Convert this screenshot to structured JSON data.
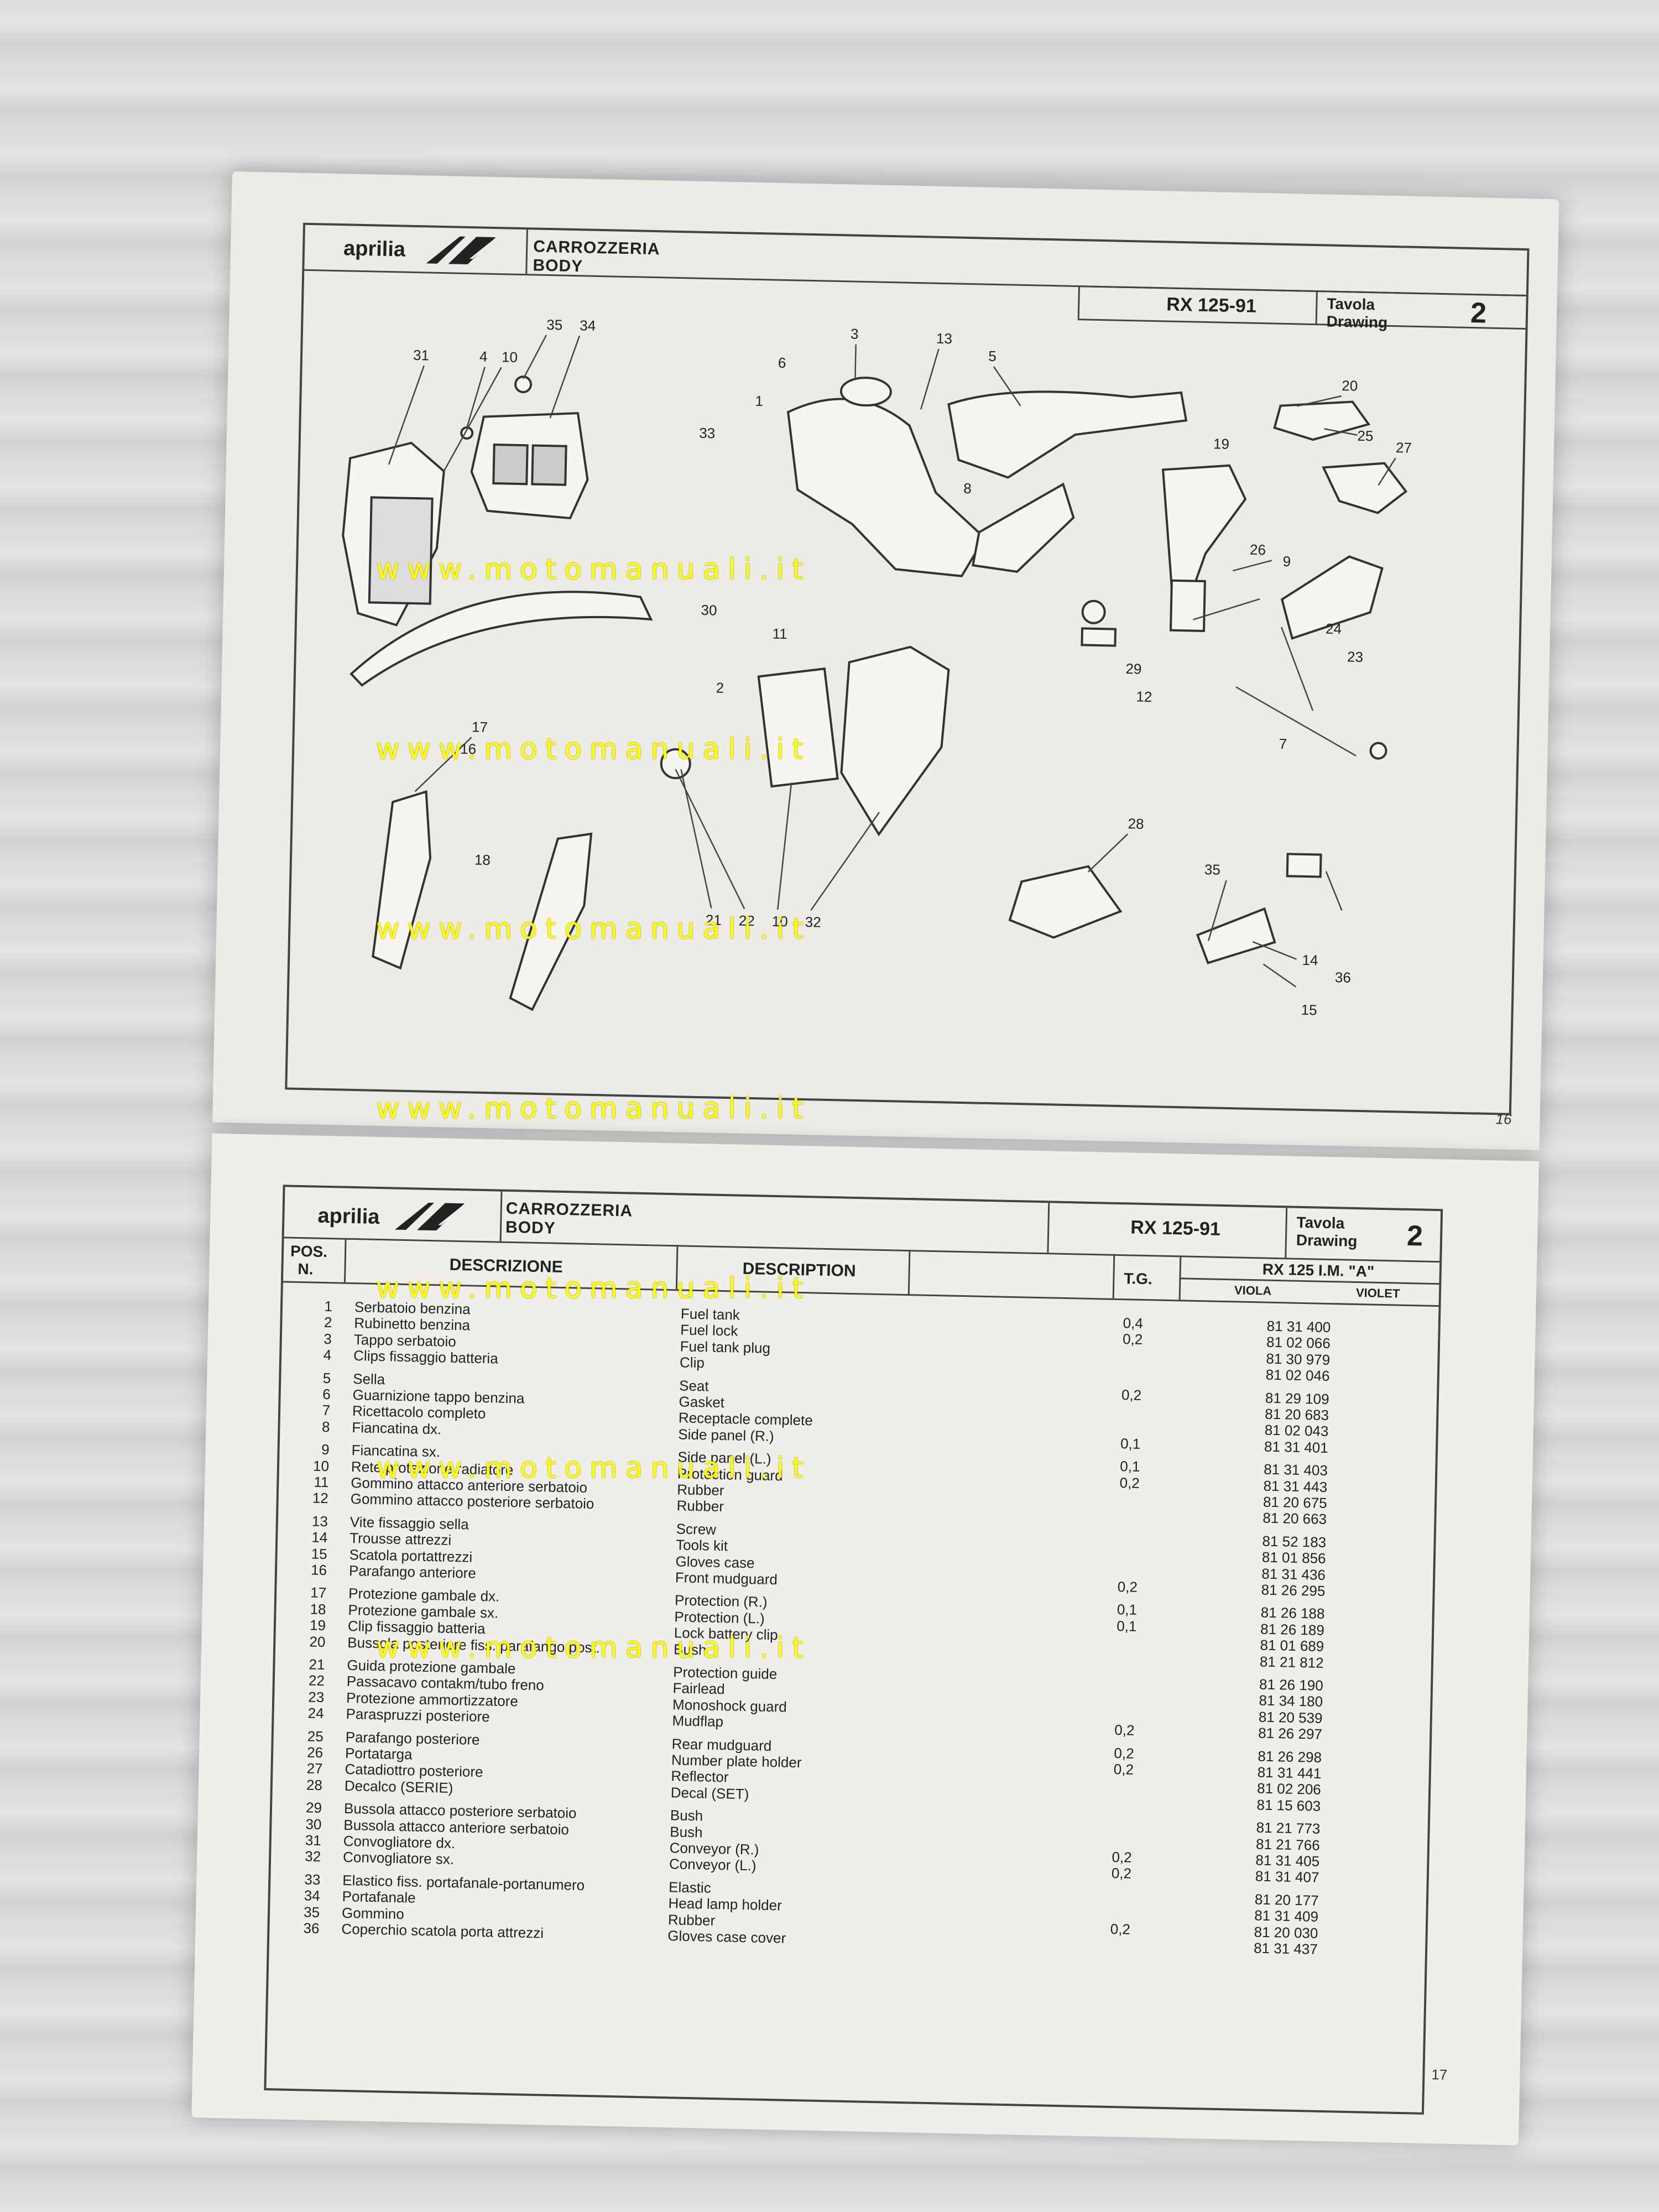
{
  "header": {
    "brand": "aprilia",
    "section_it": "CARROZZERIA",
    "section_en": "BODY",
    "model": "RX 125-91",
    "drawing_it": "Tavola",
    "drawing_en": "Drawing",
    "drawing_number": "2"
  },
  "watermark": "www.motomanuali.it",
  "top_page_number": "16",
  "bottom_page_number": "17",
  "diagram_labels": [
    "35",
    "34",
    "3",
    "13",
    "5",
    "31",
    "4",
    "10",
    "6",
    "1",
    "20",
    "25",
    "19",
    "27",
    "33",
    "8",
    "26",
    "9",
    "30",
    "11",
    "24",
    "23",
    "2",
    "29",
    "12",
    "16",
    "7",
    "17",
    "28",
    "18",
    "35",
    "14",
    "36",
    "15",
    "21",
    "22",
    "10",
    "32"
  ],
  "table": {
    "col_pos": "POS.",
    "col_n": "N.",
    "col_descr_it": "DESCRIZIONE",
    "col_descr_en": "DESCRIPTION",
    "col_tg": "T.G.",
    "col_variant": "RX 125 I.M. \"A\"",
    "col_viola": "VIOLA",
    "col_violet": "VIOLET",
    "rows": [
      {
        "pos": "1",
        "it": "Serbatoio benzina",
        "en": "Fuel tank",
        "tg": "0,4",
        "code": "81 31 400"
      },
      {
        "pos": "2",
        "it": "Rubinetto benzina",
        "en": "Fuel lock",
        "tg": "0,2",
        "code": "81 02 066"
      },
      {
        "pos": "3",
        "it": "Tappo serbatoio",
        "en": "Fuel tank plug",
        "tg": "",
        "code": "81 30 979"
      },
      {
        "pos": "4",
        "it": "Clips fissaggio batteria",
        "en": "Clip",
        "tg": "",
        "code": "81 02 046"
      },
      {
        "pos": "5",
        "it": "Sella",
        "en": "Seat",
        "tg": "0,2",
        "code": "81 29 109"
      },
      {
        "pos": "6",
        "it": "Guarnizione tappo benzina",
        "en": "Gasket",
        "tg": "",
        "code": "81 20 683"
      },
      {
        "pos": "7",
        "it": "Ricettacolo completo",
        "en": "Receptacle complete",
        "tg": "",
        "code": "81 02 043"
      },
      {
        "pos": "8",
        "it": "Fiancatina dx.",
        "en": "Side panel (R.)",
        "tg": "0,1",
        "code": "81 31 401"
      },
      {
        "pos": "9",
        "it": "Fiancatina sx.",
        "en": "Side panel (L.)",
        "tg": "0,1",
        "code": "81 31 403"
      },
      {
        "pos": "10",
        "it": "Rete protezione radiatore",
        "en": "Protection guard",
        "tg": "0,2",
        "code": "81 31 443"
      },
      {
        "pos": "11",
        "it": "Gommino attacco anteriore serbatoio",
        "en": "Rubber",
        "tg": "",
        "code": "81 20 675"
      },
      {
        "pos": "12",
        "it": "Gommino attacco posteriore serbatoio",
        "en": "Rubber",
        "tg": "",
        "code": "81 20 663"
      },
      {
        "pos": "13",
        "it": "Vite fissaggio sella",
        "en": "Screw",
        "tg": "",
        "code": "81 52 183"
      },
      {
        "pos": "14",
        "it": "Trousse attrezzi",
        "en": "Tools kit",
        "tg": "",
        "code": "81 01 856"
      },
      {
        "pos": "15",
        "it": "Scatola portattrezzi",
        "en": "Gloves case",
        "tg": "",
        "code": "81 31 436"
      },
      {
        "pos": "16",
        "it": "Parafango anteriore",
        "en": "Front mudguard",
        "tg": "0,2",
        "code": "81 26 295"
      },
      {
        "pos": "17",
        "it": "Protezione gambale dx.",
        "en": "Protection (R.)",
        "tg": "0,1",
        "code": "81 26 188"
      },
      {
        "pos": "18",
        "it": "Protezione gambale sx.",
        "en": "Protection (L.)",
        "tg": "0,1",
        "code": "81 26 189"
      },
      {
        "pos": "19",
        "it": "Clip fissaggio batteria",
        "en": "Lock battery clip",
        "tg": "",
        "code": "81 01 689"
      },
      {
        "pos": "20",
        "it": "Bussola posteriore fiss. parafango post.",
        "en": "Bush",
        "tg": "",
        "code": "81 21 812"
      },
      {
        "pos": "21",
        "it": "Guida protezione gambale",
        "en": "Protection guide",
        "tg": "",
        "code": "81 26 190"
      },
      {
        "pos": "22",
        "it": "Passacavo contakm/tubo freno",
        "en": "Fairlead",
        "tg": "",
        "code": "81 34 180"
      },
      {
        "pos": "23",
        "it": "Protezione ammortizzatore",
        "en": "Monoshock guard",
        "tg": "",
        "code": "81 20 539"
      },
      {
        "pos": "24",
        "it": "Paraspruzzi posteriore",
        "en": "Mudflap",
        "tg": "0,2",
        "code": "81 26 297"
      },
      {
        "pos": "25",
        "it": "Parafango posteriore",
        "en": "Rear mudguard",
        "tg": "0,2",
        "code": "81 26 298"
      },
      {
        "pos": "26",
        "it": "Portatarga",
        "en": "Number plate holder",
        "tg": "0,2",
        "code": "81 31 441"
      },
      {
        "pos": "27",
        "it": "Catadiottro posteriore",
        "en": "Reflector",
        "tg": "",
        "code": "81 02 206"
      },
      {
        "pos": "28",
        "it": "Decalco (SERIE)",
        "en": "Decal (SET)",
        "tg": "",
        "code": "81 15 603"
      },
      {
        "pos": "29",
        "it": "Bussola attacco posteriore serbatoio",
        "en": "Bush",
        "tg": "",
        "code": "81 21 773"
      },
      {
        "pos": "30",
        "it": "Bussola attacco anteriore serbatoio",
        "en": "Bush",
        "tg": "",
        "code": "81 21 766"
      },
      {
        "pos": "31",
        "it": "Convogliatore dx.",
        "en": "Conveyor (R.)",
        "tg": "0,2",
        "code": "81 31 405"
      },
      {
        "pos": "32",
        "it": "Convogliatore sx.",
        "en": "Conveyor (L.)",
        "tg": "0,2",
        "code": "81 31 407"
      },
      {
        "pos": "33",
        "it": "Elastico fiss. portafanale-portanumero",
        "en": "Elastic",
        "tg": "",
        "code": "81 20 177"
      },
      {
        "pos": "34",
        "it": "Portafanale",
        "en": "Head lamp holder",
        "tg": "",
        "code": "81 31 409"
      },
      {
        "pos": "35",
        "it": "Gommino",
        "en": "Rubber",
        "tg": "0,2",
        "code": "81 20 030"
      },
      {
        "pos": "36",
        "it": "Coperchio scatola porta attrezzi",
        "en": "Gloves case cover",
        "tg": "",
        "code": "81 31 437"
      }
    ]
  }
}
